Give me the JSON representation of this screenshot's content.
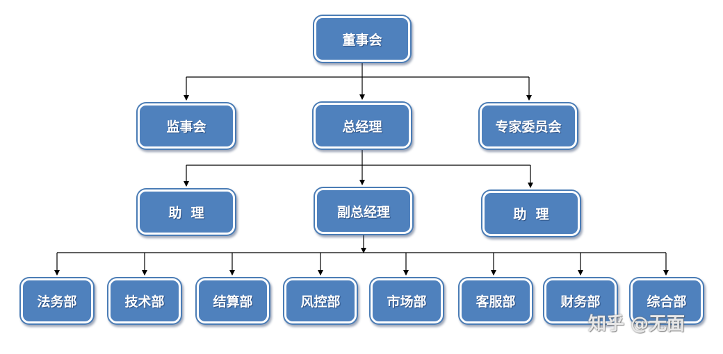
{
  "nodes": {
    "board": "董事会",
    "supervisory": "监事会",
    "gm": "总经理",
    "experts": "专家委员会",
    "assistant_left": "助  理",
    "deputy_gm": "副总经理",
    "assistant_right": "助  理",
    "departments": [
      "法务部",
      "技术部",
      "结算部",
      "风控部",
      "市场部",
      "客服部",
      "财务部",
      "综合部"
    ]
  },
  "watermark": "知乎 @无面",
  "colors": {
    "box": "#4f81bd",
    "border": "#ffffff",
    "line": "#000000"
  }
}
